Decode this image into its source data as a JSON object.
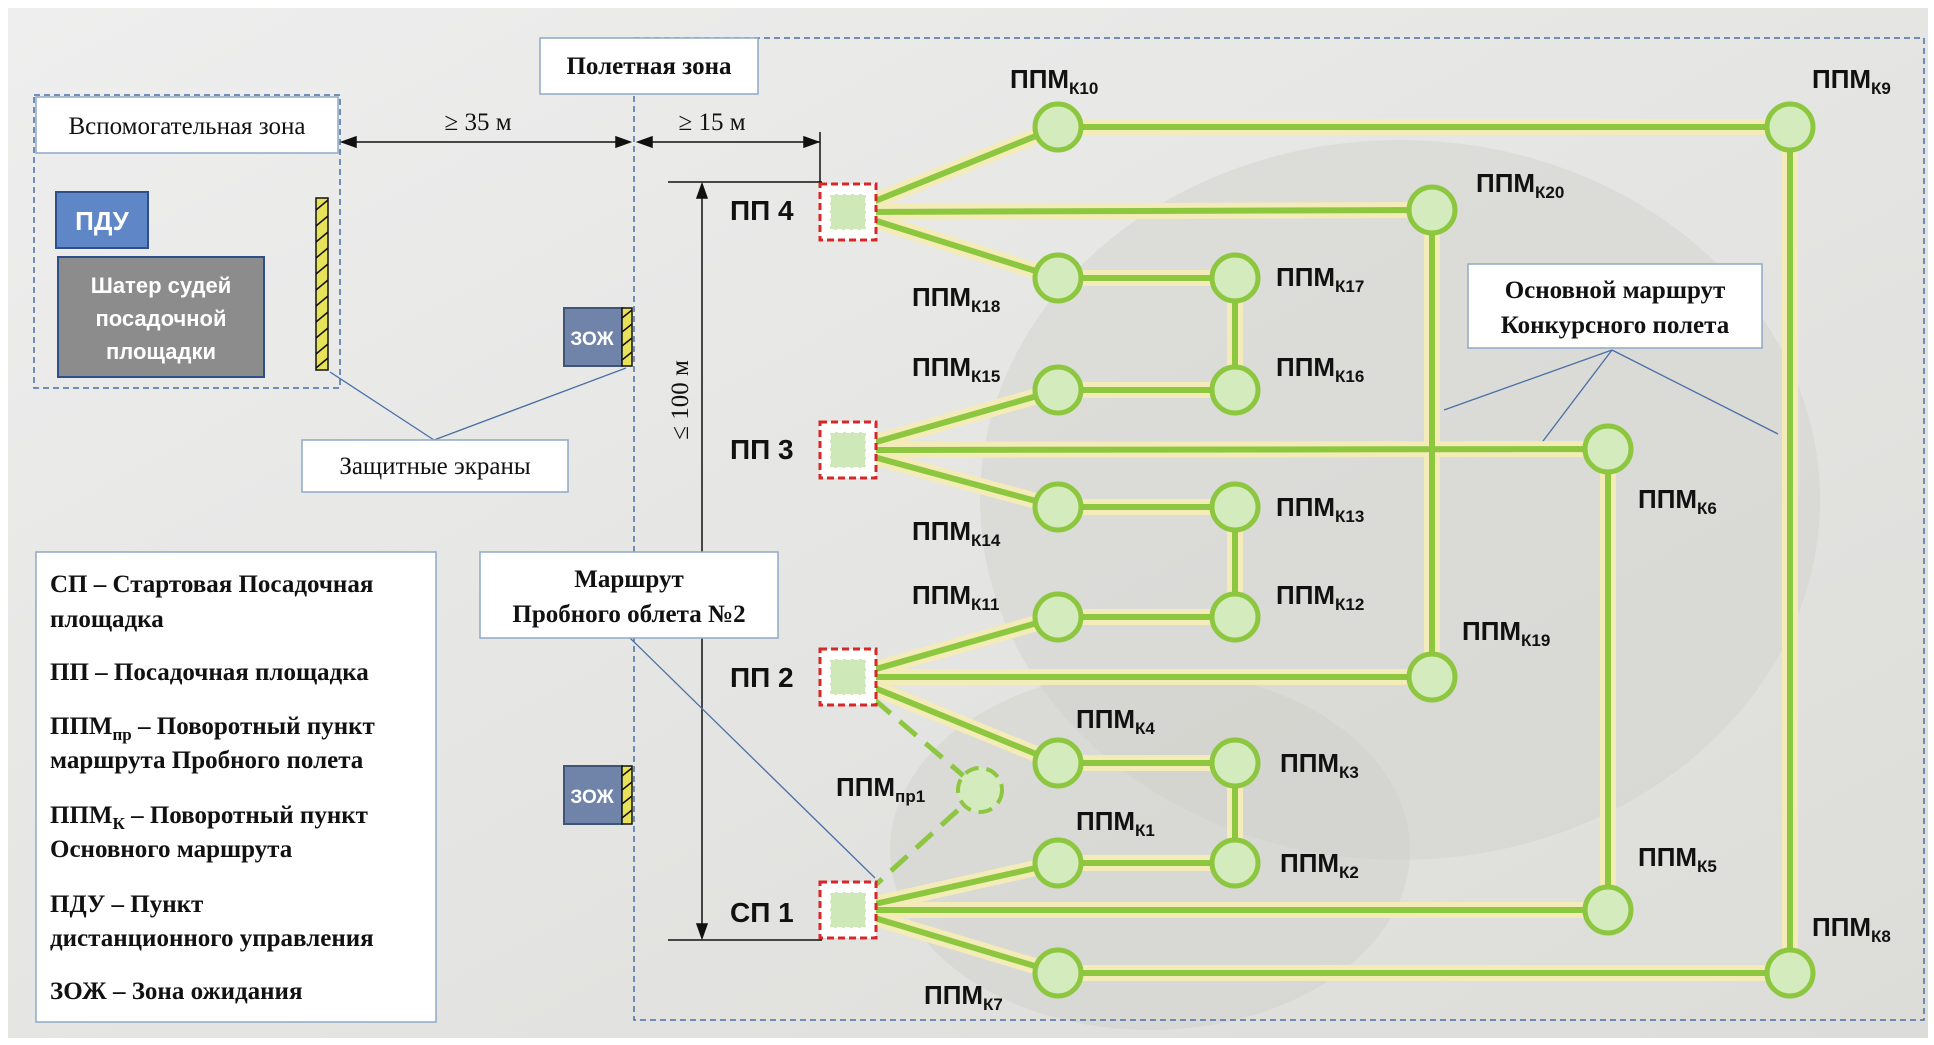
{
  "colors": {
    "route_green": "#8dc63f",
    "route_glow": "#f3ecb8",
    "node_fill": "#d3ebbd",
    "pad_border_red": "#d62828",
    "pdu_blue": "#5f86c7",
    "tent_gray": "#8c8c8c",
    "zone_dash": "#4a6fa5"
  },
  "zones": {
    "flight_zone": "Полетная зона",
    "aux_zone": "Вспомогательная зона",
    "dist_35": "≥ 35 м",
    "dist_15": "≥ 15 м",
    "dist_100": "≤ 100 м"
  },
  "aux": {
    "pdu": "ПДУ",
    "tent_line1": "Шатер судей",
    "tent_line2": "посадочной",
    "tent_line3": "площадки",
    "zoj1": "ЗОЖ",
    "zoj2": "ЗОЖ"
  },
  "callouts": {
    "screens": "Защитные экраны",
    "main_route_line1": "Основной маршрут",
    "main_route_line2": "Конкурсного полета",
    "trial_route_line1": "Маршрут",
    "trial_route_line2": "Пробного облета №2"
  },
  "pads": {
    "pp4": "ПП 4",
    "pp3": "ПП 3",
    "pp2": "ПП 2",
    "sp1": "СП 1"
  },
  "points": {
    "prefix": "ППМ",
    "k1": "К1",
    "k2": "К2",
    "k3": "К3",
    "k4": "К4",
    "k5": "К5",
    "k6": "К6",
    "k7": "К7",
    "k8": "К8",
    "k9": "К9",
    "k10": "К10",
    "k11": "К11",
    "k12": "К12",
    "k13": "К13",
    "k14": "К14",
    "k15": "К15",
    "k16": "К16",
    "k17": "К17",
    "k18": "К18",
    "k19": "К19",
    "k20": "К20",
    "pr1": "пр1"
  },
  "legend": {
    "sp_line1": "СП – Стартовая Посадочная",
    "sp_line2": "площадка",
    "pp_line1": "ПП – Посадочная площадка",
    "ppmpr_main": "ППМ",
    "ppmpr_sub": "пр",
    "ppmpr_rest": " – Поворотный пункт",
    "ppmpr_line2": "маршрута Пробного полета",
    "ppmk_main": "ППМ",
    "ppmk_sub": "К",
    "ppmk_rest": " – Поворотный пункт",
    "ppmk_line2": "Основного маршрута",
    "pdu_line1": "ПДУ – Пункт",
    "pdu_line2": "дистанционного управления",
    "zoj_line1": "ЗОЖ – Зона ожидания"
  }
}
